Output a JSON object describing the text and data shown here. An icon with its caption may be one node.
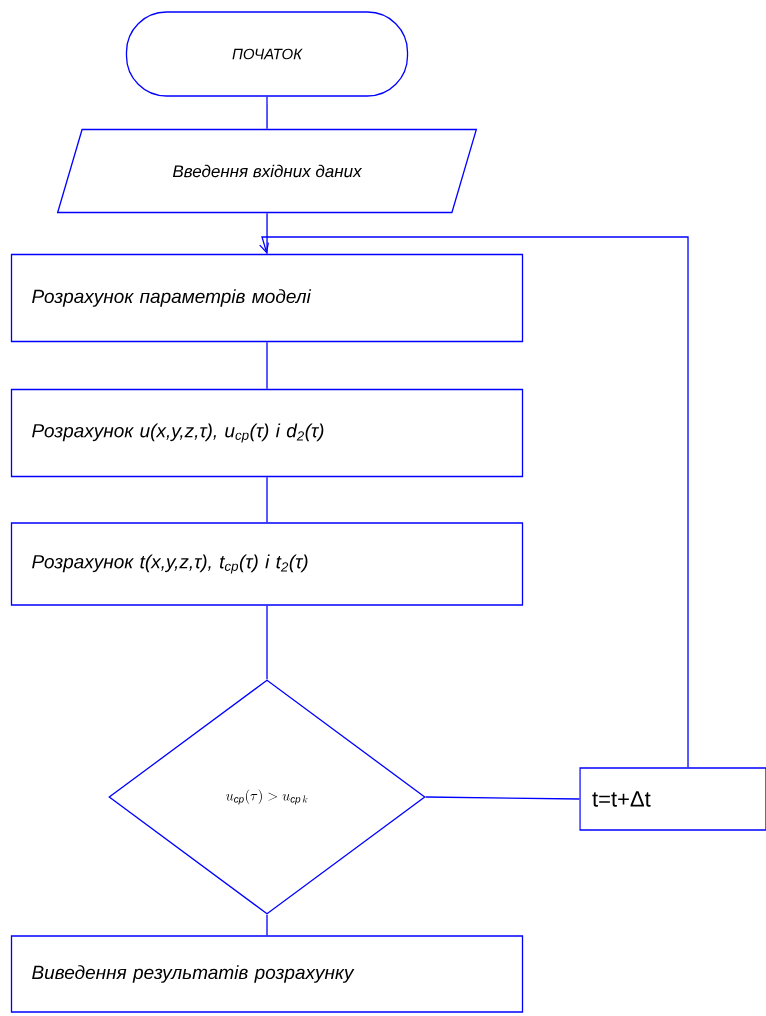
{
  "diagram": {
    "nodes": [
      {
        "text": [
          "ПОЧАТОК"
        ]
      },
      {
        "text": [
          "Введення вхідних даних"
        ]
      },
      {
        "text": [
          "Розрахунок параметрів моделі"
        ]
      },
      {
        "text": [
          "Розрахунок u(x,y,z,τ), u$_{ср}$(τ) і d$_{2}$(τ)"
        ]
      },
      {
        "text": [
          "Розрахунок t(x,y,z,τ), t$_{ср}$(τ) і t$_{2}$(τ)"
        ]
      },
      {
        "text": [
          "u_{\\text{ср}}(\\tau)>u_{\\text{ср}\\,k}"
        ]
      },
      {
        "text": [
          "t=t+Δt"
        ]
      },
      {
        "text": [
          "Виведення результатів розрахунку"
        ]
      }
    ],
    "edges": [
      {
        "from": 0,
        "to": 1,
        "arrow": "none"
      },
      {
        "from": 1,
        "to": 2,
        "arrow": "none"
      },
      {
        "from": 2,
        "to": 3,
        "arrow": "none"
      },
      {
        "from": 3,
        "to": 4,
        "arrow": "none"
      },
      {
        "from": 4,
        "to": 5,
        "arrow": "none"
      },
      {
        "from": 5,
        "to": 6,
        "arrow": "none"
      },
      {
        "from": 6,
        "to": 2,
        "arrow": "to"
      },
      {
        "from": 5,
        "to": 7,
        "arrow": "none"
      }
    ]
  }
}
